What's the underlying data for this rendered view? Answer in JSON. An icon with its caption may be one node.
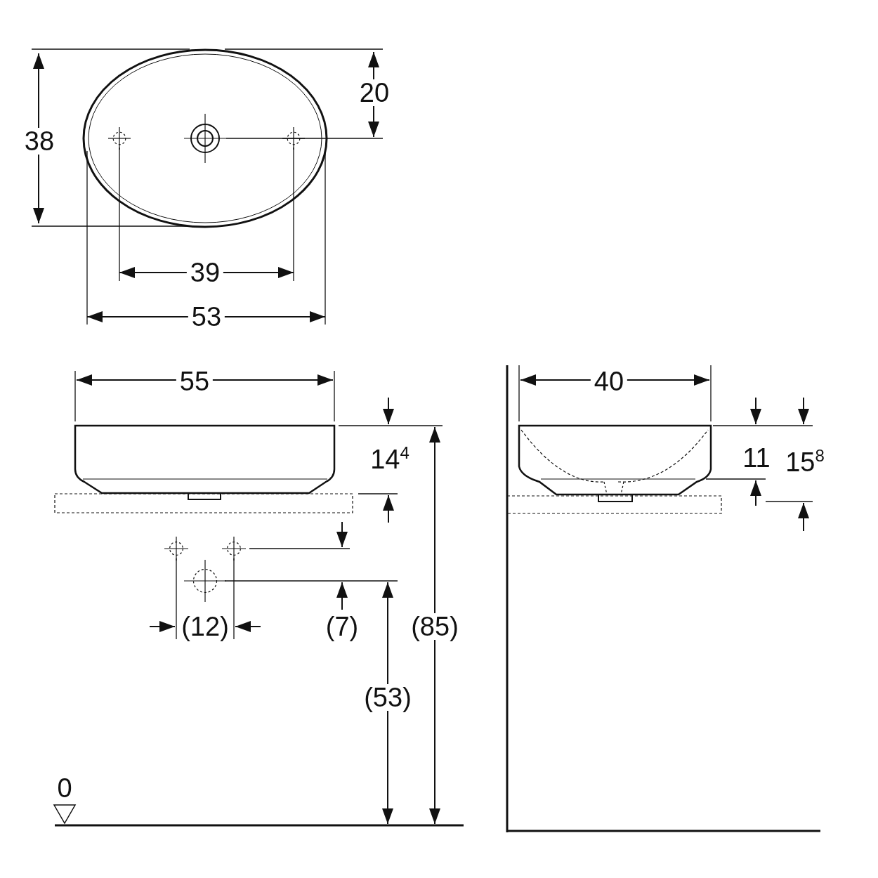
{
  "diagram": {
    "labels": [
      "20",
      "38",
      "39",
      "53",
      "55",
      "40",
      "14$^{4}$",
      "11",
      "15$^{8}$",
      "(12)",
      "(7)",
      "(85)",
      "(53)",
      "0"
    ]
  }
}
